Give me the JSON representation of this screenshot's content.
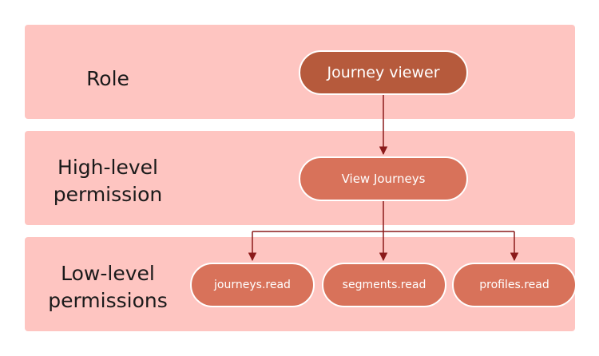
{
  "rows": {
    "role": {
      "label": "Role"
    },
    "high_level": {
      "label": "High-level\npermission"
    },
    "low_level": {
      "label": "Low-level\npermissions"
    }
  },
  "nodes": {
    "role": "Journey viewer",
    "high_level": "View Journeys",
    "low_level": [
      "journeys.read",
      "segments.read",
      "profiles.read"
    ]
  },
  "colors": {
    "band": "#fec5c1",
    "role_node": "#b65a3c",
    "permission_node": "#d8725a",
    "connector": "#8b1a1a"
  }
}
